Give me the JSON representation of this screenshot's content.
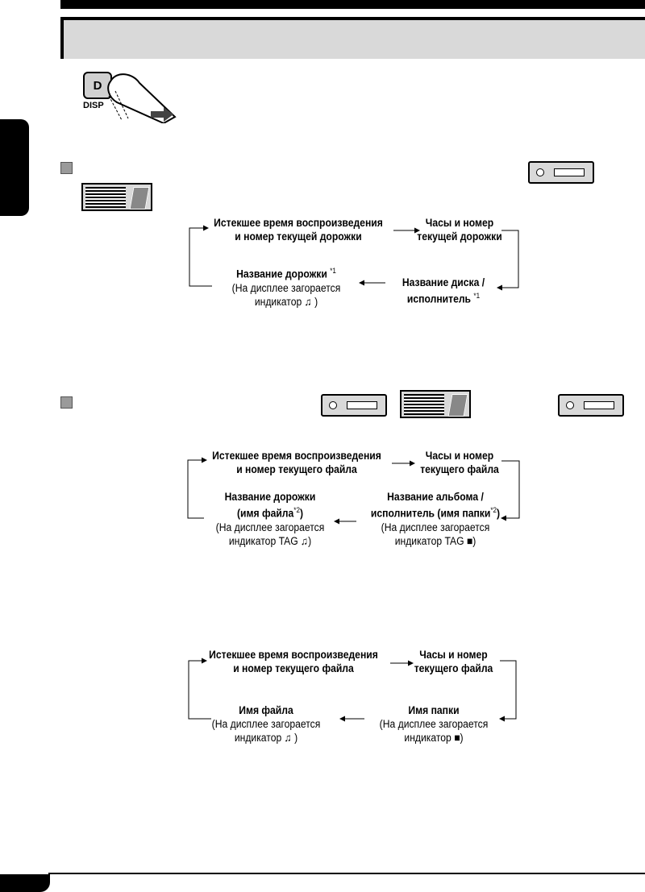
{
  "button": {
    "key": "D",
    "label": "DISP"
  },
  "flow1": {
    "n1": "Истекшее время воспроизведения",
    "n1b": "и номер текущей дорожки",
    "n2": "Часы и номер",
    "n2b": "текущей дорожки",
    "n3": "Название диска /",
    "n3b": "исполнитель",
    "n3sup": "*1",
    "n4": "Название дорожки",
    "n4sup": "*1",
    "n4c": "(На дисплее загорается",
    "n4d": "индикатор ♫ )"
  },
  "flow2": {
    "n1": "Истекшее время воспроизведения",
    "n1b": "и номер текущего файла",
    "n2": "Часы и номер",
    "n2b": "текущего файла",
    "n3": "Название альбома /",
    "n3b": "исполнитель (имя папки",
    "n3sup": "*2",
    "n3close": ")",
    "n3c": "(На дисплее загорается",
    "n3d": "индикатор TAG ■)",
    "n4": "Название дорожки",
    "n4b": "(имя файла",
    "n4sup": "*2",
    "n4close": ")",
    "n4c": "(На дисплее загорается",
    "n4d": "индикатор TAG ♫)"
  },
  "flow3": {
    "n1": "Истекшее время воспроизведения",
    "n1b": "и номер текущего файла",
    "n2": "Часы и номер",
    "n2b": "текущего файла",
    "n3": "Имя папки",
    "n3c": "(На дисплее загорается",
    "n3d": "индикатор ■)",
    "n4": "Имя файла",
    "n4c": "(На дисплее загорается",
    "n4d": "индикатор ♫ )"
  }
}
